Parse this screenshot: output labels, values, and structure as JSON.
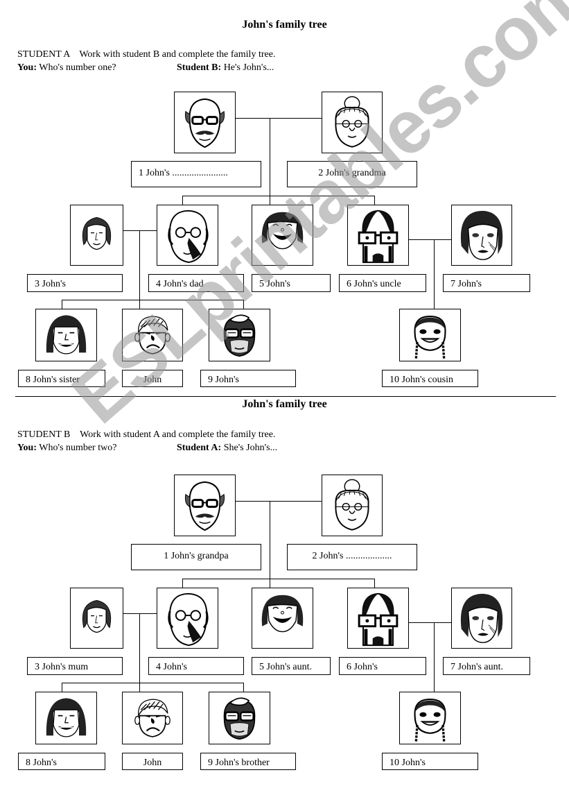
{
  "watermark": "ESLprintables.com",
  "sections": [
    {
      "title": "John's family tree",
      "student": "STUDENT A",
      "instruction": "Work with student B and complete the family tree.",
      "you_label": "You:",
      "you_question": "Who's number one?",
      "partner_label": "Student B:",
      "partner_answer": "He's John's...",
      "labels": {
        "p1": "1 John's .......................",
        "p2": "2 John's grandma",
        "p3": "3 John's",
        "p4": "4 John's dad",
        "p5": "5 John's",
        "p6": "6 John's uncle",
        "p7": "7 John's",
        "p8": "8 John's sister",
        "john": "John",
        "p9": "9 John's",
        "p10": "10 John's cousin"
      }
    },
    {
      "title": "John's family tree",
      "student": "STUDENT B",
      "instruction": "Work with student A and complete the family tree.",
      "you_label": "You:",
      "you_question": "Who's number two?",
      "partner_label": "Student A:",
      "partner_answer": "She's John's...",
      "labels": {
        "p1": "1 John's grandpa",
        "p2": "2 John's ...................",
        "p3": "3 John's  mum",
        "p4": "4 John's",
        "p5": "5 John's aunt.",
        "p6": "6 John's",
        "p7": "7 John's aunt.",
        "p8": "8 John's",
        "john": "John",
        "p9": "9 John's brother",
        "p10": "10 John's"
      }
    }
  ],
  "portraits": {
    "p1": "grandpa-face-icon",
    "p2": "grandma-face-icon",
    "p3": "mother-face-icon",
    "p4": "father-face-icon",
    "p5": "aunt-laughing-face-icon",
    "p6": "uncle-glasses-face-icon",
    "p7": "aunt-face-icon",
    "p8": "sister-face-icon",
    "john": "john-face-icon",
    "p9": "brother-face-icon",
    "p10": "cousin-face-icon"
  }
}
